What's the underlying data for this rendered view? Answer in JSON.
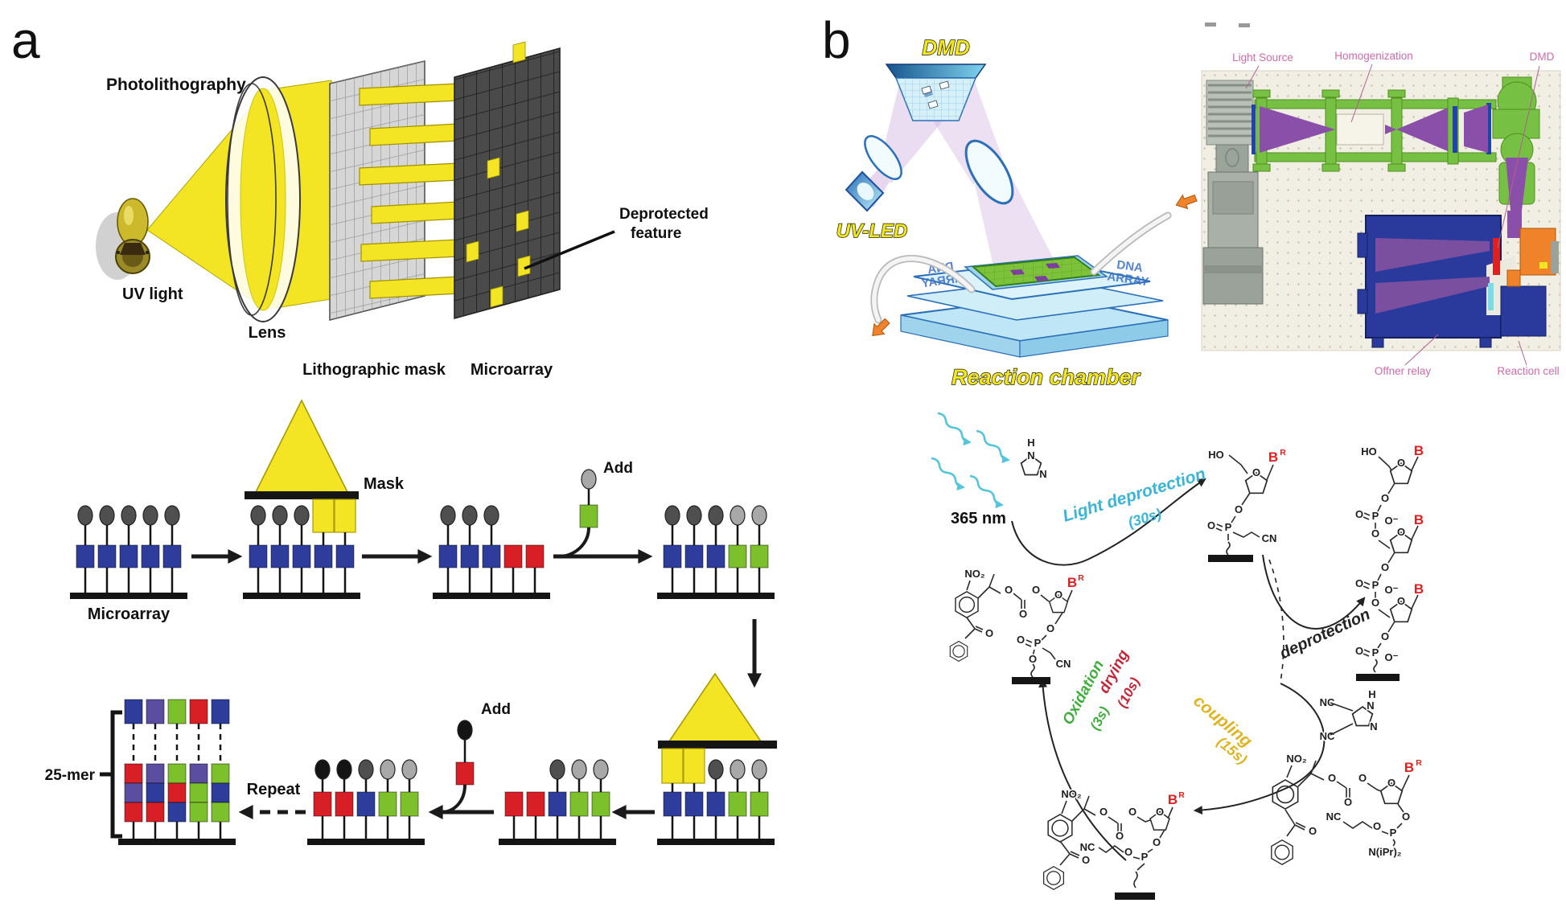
{
  "colors": {
    "monomers": {
      "blue": "#2e3d9b",
      "red": "#d81f26",
      "green": "#7cc02b",
      "purple": "#5b4ea0",
      "gray": "#4f4f4f",
      "lightgray": "#a8a8a8",
      "black": "#141414"
    },
    "uv_yellow": "#f3e524",
    "cyan_text": "#3ab5d8",
    "coupling_yellow": "#e0b420",
    "drying_red": "#c52637",
    "oxidation_green": "#3fae3c",
    "pink_label": "#d06aaa",
    "base_red": "#e02020"
  },
  "panel_a": {
    "label": "a",
    "title": "Photolithography",
    "uv_light": "UV light",
    "lens": "Lens",
    "lithographic_mask": "Lithographic mask",
    "microarray": "Microarray",
    "deprotected_feature_line1": "Deprotected",
    "deprotected_feature_line2": "feature",
    "synthesis": {
      "microarray_label": "Microarray",
      "mask_label": "Mask",
      "add_label_first": "Add",
      "add_label_second": "Add",
      "repeat_label": "Repeat",
      "product_label": "25-mer",
      "arrays": [
        {
          "id": "array-start",
          "row": 1,
          "caps": [
            "gray",
            "gray",
            "gray",
            "gray",
            "gray"
          ],
          "bases": [
            "blue",
            "blue",
            "blue",
            "blue",
            "blue"
          ]
        },
        {
          "id": "array-masked",
          "row": 1,
          "caps": [
            "gray",
            "gray",
            "gray",
            null,
            null
          ],
          "bases": [
            "blue",
            "blue",
            "blue",
            "blue",
            "blue"
          ]
        },
        {
          "id": "array-deprotected",
          "row": 1,
          "caps": [
            "gray",
            "gray",
            "gray",
            null,
            null
          ],
          "bases": [
            "blue",
            "blue",
            "blue",
            "red",
            "red"
          ]
        },
        {
          "id": "array-coupled",
          "row": 1,
          "caps": [
            "gray",
            "gray",
            "gray",
            "lightgray",
            "lightgray"
          ],
          "bases": [
            "blue",
            "blue",
            "blue",
            "green",
            "green"
          ]
        },
        {
          "id": "array-masked-2",
          "row": 2,
          "caps": [
            null,
            null,
            "gray",
            "lightgray",
            "lightgray"
          ],
          "bases": [
            "blue",
            "blue",
            "blue",
            "green",
            "green"
          ]
        },
        {
          "id": "array-deprotected-2",
          "row": 2,
          "caps": [
            null,
            null,
            "gray",
            "lightgray",
            "lightgray"
          ],
          "bases": [
            "red",
            "red",
            "blue",
            "green",
            "green"
          ]
        },
        {
          "id": "array-coupled-2",
          "row": 2,
          "caps": [
            "black",
            "black",
            "gray",
            "lightgray",
            "lightgray"
          ],
          "bases": [
            "red",
            "red",
            "blue",
            "green",
            "green"
          ]
        }
      ],
      "stack": {
        "id": "array-25mer",
        "top": [
          "blue",
          "purple",
          "green",
          "red",
          "blue"
        ],
        "columns": [
          [
            "red",
            "purple",
            "red"
          ],
          [
            "purple",
            "blue",
            "red"
          ],
          [
            "green",
            "red",
            "blue"
          ],
          [
            "purple",
            "green",
            "green"
          ],
          [
            "green",
            "blue",
            "green"
          ]
        ]
      }
    }
  },
  "panel_b": {
    "label": "b",
    "dmd_label": "DMD",
    "uv_led_label": "UV-LED",
    "reaction_chamber_label": "Reaction chamber",
    "dna_array_line1": "DNA",
    "dna_array_line2": "ARRAY",
    "optical_layout": {
      "light_source": "Light Source",
      "homogenization": "Homogenization",
      "dmd": "DMD",
      "offner_relay": "Offner relay",
      "reaction_cell": "Reaction cell"
    },
    "cycle": {
      "wavelength": "365 nm",
      "step_light_deprotection": "Light deprotection",
      "step_light_deprotection_time": "(30s)",
      "step_deprotection": "deprotection",
      "step_coupling": "coupling",
      "step_coupling_time": "(15s)",
      "step_drying": "drying",
      "step_drying_time": "(10s)",
      "step_oxidation": "Oxidation",
      "step_oxidation_time": "(3s)",
      "atoms": {
        "ho": "HO",
        "o": "O",
        "o_minus": "O⁻",
        "p": "P",
        "cn": "CN",
        "nc": "NC",
        "no2": "NO₂",
        "n": "N",
        "h": "H",
        "b": "B",
        "sup_r": "R",
        "nipr2": "N(iPr)₂"
      }
    }
  }
}
